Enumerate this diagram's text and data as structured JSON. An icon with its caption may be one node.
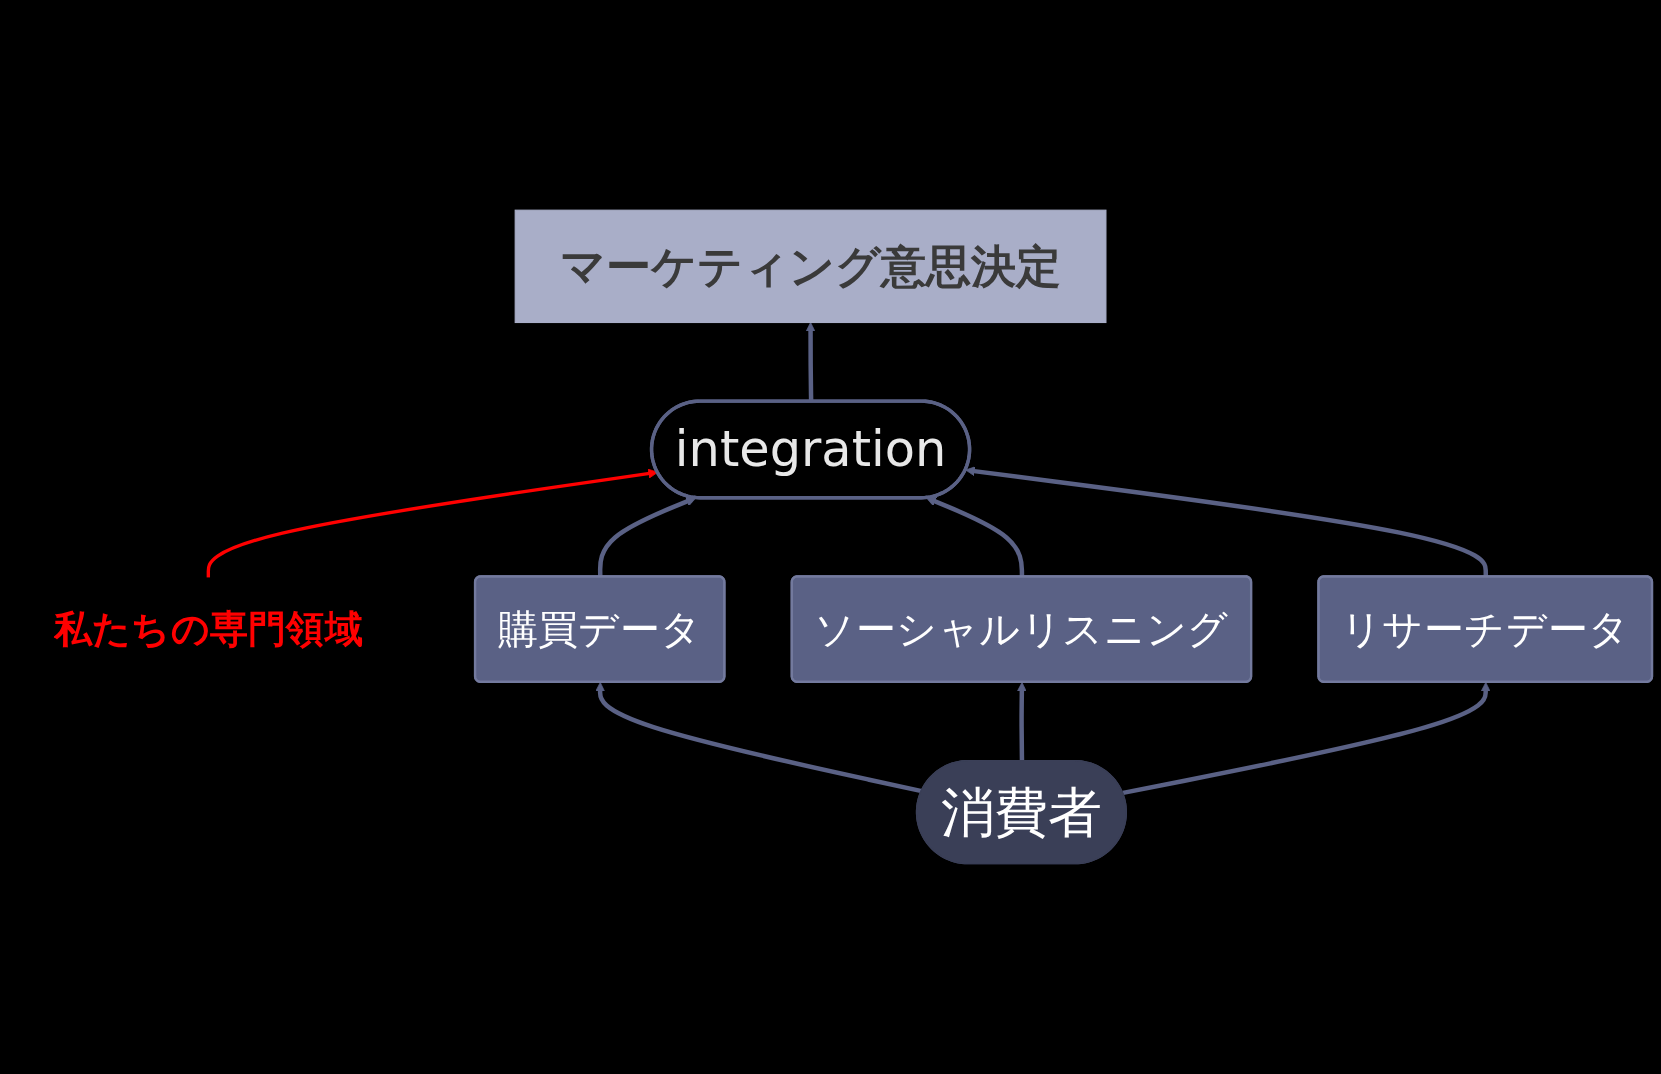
{
  "diagram": {
    "nodes": [
      {
        "text": [
          "マーケティング意思決定"
        ]
      },
      {
        "text": [
          "integration"
        ]
      },
      {
        "text": [
          "私たちの専門領域"
        ]
      },
      {
        "text": [
          "購買データ"
        ]
      },
      {
        "text": [
          "ソーシャルリスニング"
        ]
      },
      {
        "text": [
          "リサーチデータ"
        ]
      },
      {
        "text": [
          "消費者"
        ]
      }
    ],
    "edges": [
      {
        "from": 1,
        "to": 0,
        "arrow": "to"
      },
      {
        "from": 2,
        "to": 1,
        "arrow": "to",
        "color": "#ff0000"
      },
      {
        "from": 3,
        "to": 1,
        "arrow": "to"
      },
      {
        "from": 4,
        "to": 1,
        "arrow": "to"
      },
      {
        "from": 5,
        "to": 1,
        "arrow": "to"
      },
      {
        "from": 6,
        "to": 3,
        "arrow": "to"
      },
      {
        "from": 6,
        "to": 4,
        "arrow": "to"
      },
      {
        "from": 6,
        "to": 5,
        "arrow": "to"
      }
    ]
  }
}
